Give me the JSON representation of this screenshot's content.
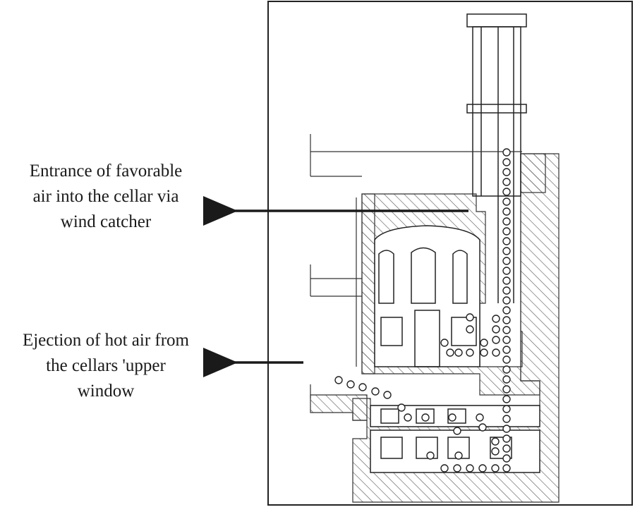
{
  "annotations": [
    {
      "id": "wind-catcher-entry",
      "lines": [
        "Entrance of favorable",
        "air into the cellar via",
        "wind catcher"
      ]
    },
    {
      "id": "hot-air-ejection",
      "lines": [
        "Ejection of hot air from",
        "the cellars 'upper",
        "window"
      ]
    }
  ],
  "colors": {
    "line": "#2a2a2a",
    "hatch": "#444444",
    "background": "#ffffff"
  }
}
